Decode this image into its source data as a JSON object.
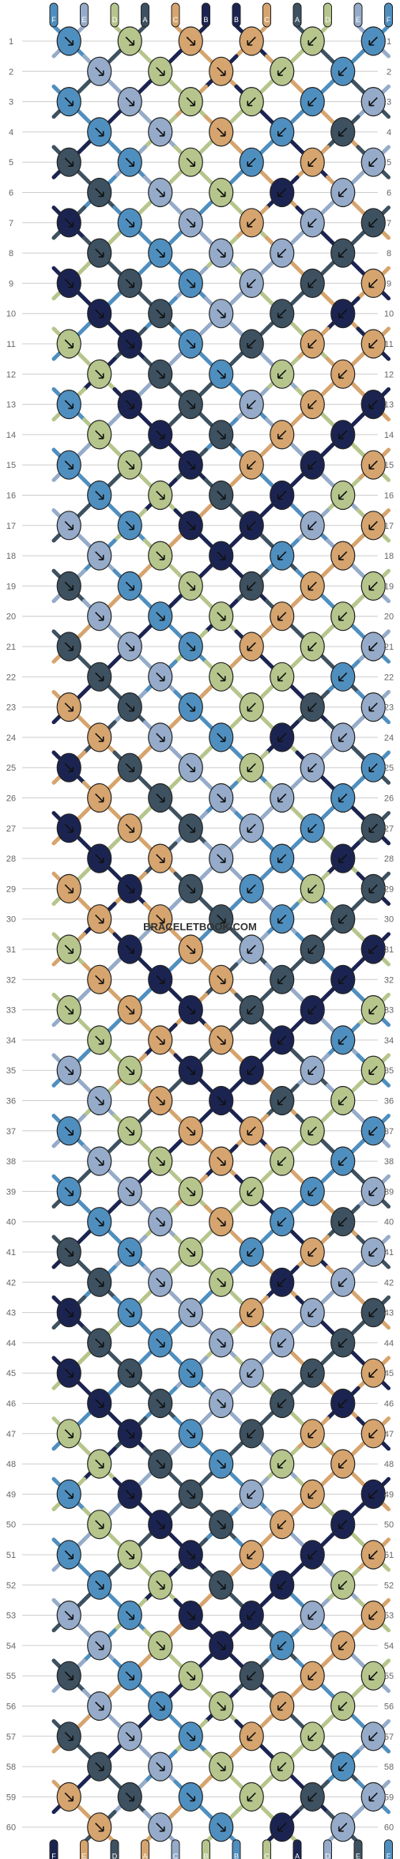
{
  "pattern": {
    "watermark": "BRACELETBOOK.COM",
    "row_labels": [
      "1",
      "2",
      "3",
      "4",
      "5",
      "6",
      "7",
      "8",
      "9",
      "10",
      "11",
      "12",
      "13",
      "14",
      "15",
      "16",
      "17",
      "18",
      "19",
      "20",
      "21",
      "22",
      "23",
      "24",
      "25",
      "26",
      "27",
      "28",
      "29",
      "30",
      "31",
      "32",
      "33",
      "34",
      "35",
      "36",
      "37",
      "38",
      "39",
      "40",
      "41",
      "42",
      "43",
      "44",
      "45",
      "46",
      "47",
      "48",
      "49",
      "50",
      "51",
      "52",
      "53",
      "54",
      "55",
      "56",
      "57",
      "58",
      "59",
      "60"
    ],
    "strand_letters": [
      "F",
      "E",
      "D",
      "A",
      "C",
      "B",
      "B",
      "C",
      "A",
      "D",
      "E",
      "F"
    ],
    "strand_colors": {
      "A": "#3d5160",
      "B": "#1b2451",
      "C": "#d6a46e",
      "D": "#b6c58c",
      "E": "#95abc9",
      "F": "#4f8fbf"
    },
    "stroke_color": "#222222",
    "grid_color": "#cccccc",
    "label_color": "#666666"
  }
}
